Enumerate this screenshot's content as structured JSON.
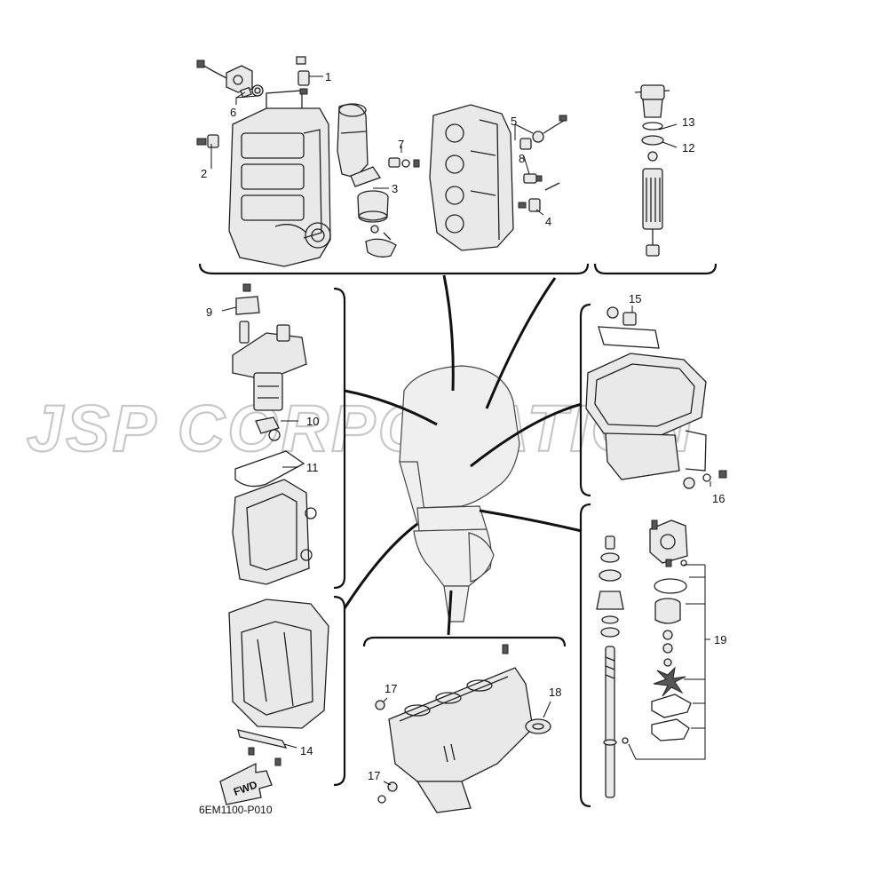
{
  "diagram": {
    "watermark": "JSP CORPORATION",
    "drawing_code": "6EM1100-P010",
    "fwd_label": "FWD",
    "callouts": [
      {
        "id": "c1",
        "label": "1"
      },
      {
        "id": "c2",
        "label": "2"
      },
      {
        "id": "c3",
        "label": "3"
      },
      {
        "id": "c4",
        "label": "4"
      },
      {
        "id": "c5",
        "label": "5"
      },
      {
        "id": "c6",
        "label": "6"
      },
      {
        "id": "c7",
        "label": "7"
      },
      {
        "id": "c8",
        "label": "8"
      },
      {
        "id": "c9",
        "label": "9"
      },
      {
        "id": "c10",
        "label": "10"
      },
      {
        "id": "c11",
        "label": "11"
      },
      {
        "id": "c12",
        "label": "12"
      },
      {
        "id": "c13",
        "label": "13"
      },
      {
        "id": "c14",
        "label": "14"
      },
      {
        "id": "c15",
        "label": "15"
      },
      {
        "id": "c16",
        "label": "16"
      },
      {
        "id": "c17a",
        "label": "17"
      },
      {
        "id": "c17b",
        "label": "17"
      },
      {
        "id": "c18",
        "label": "18"
      },
      {
        "id": "c19",
        "label": "19"
      }
    ]
  }
}
